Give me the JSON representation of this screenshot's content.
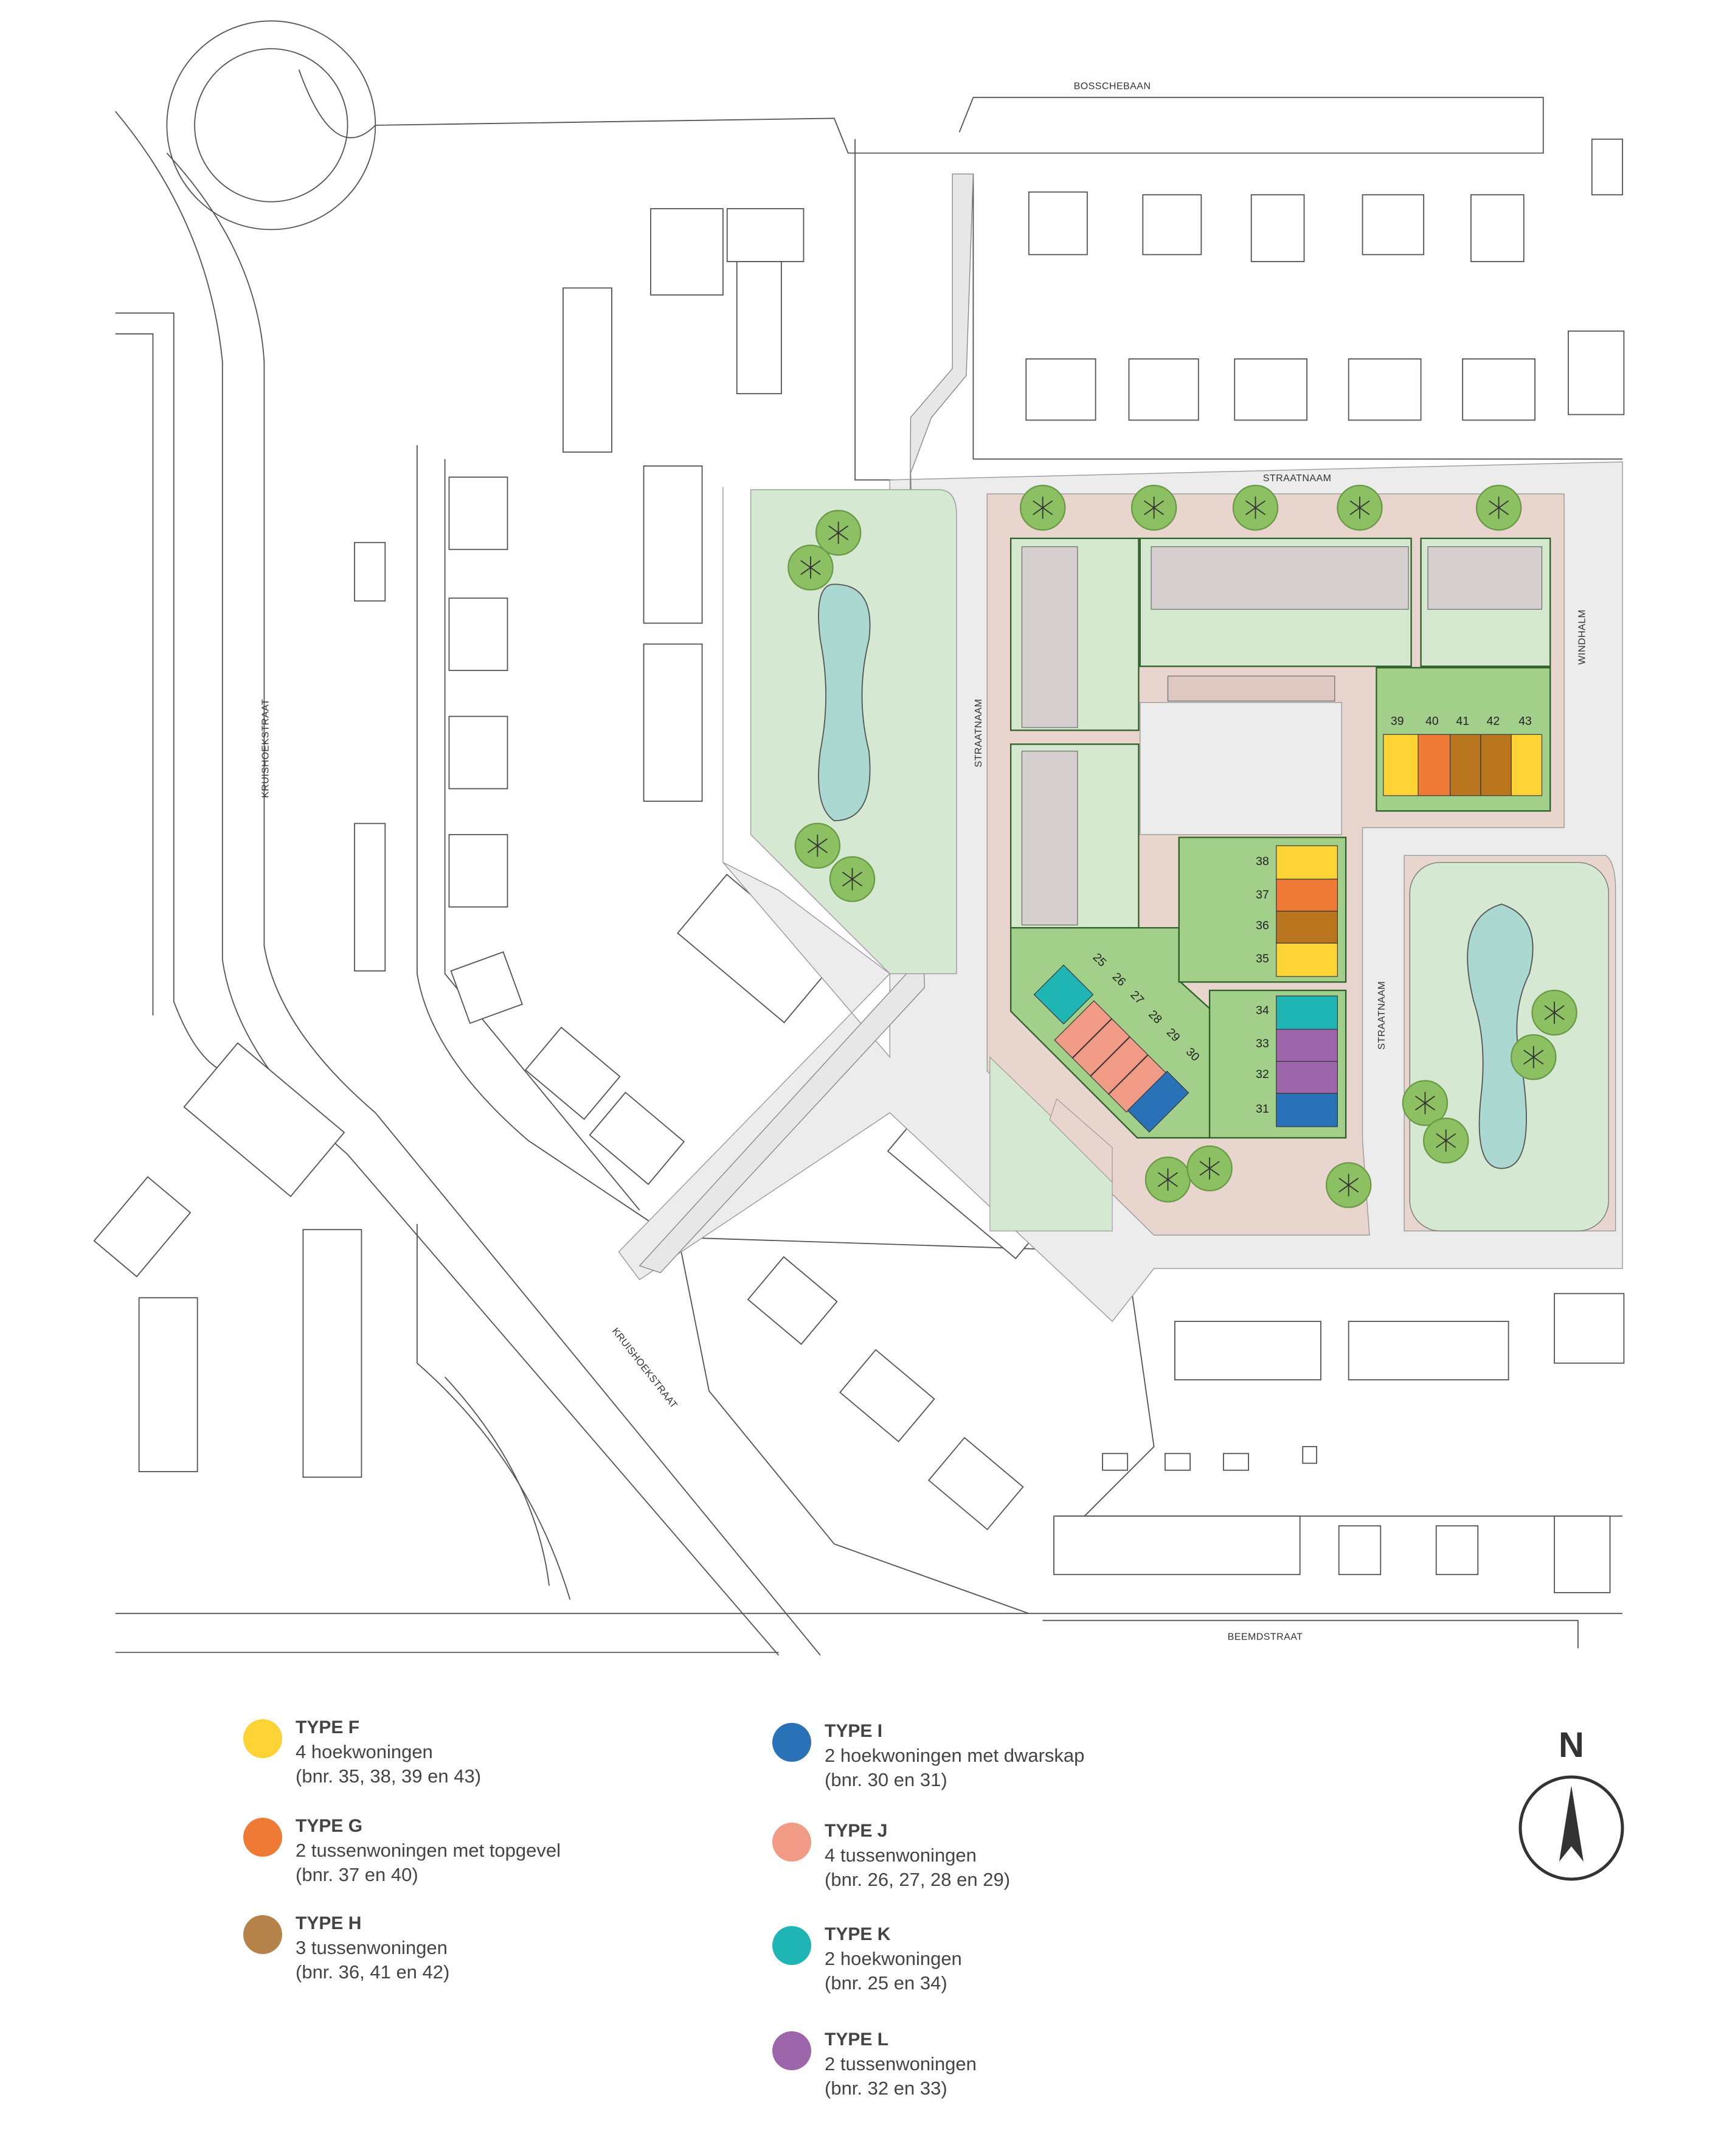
{
  "streets": {
    "bosschebaan": "BOSSCHEBAAN",
    "straatnaam_top": "STRAATNAAM",
    "windhalm": "WINDHALM",
    "straatnaam_west": "STRAATNAAM",
    "straatnaam_east": "STRAATNAAM",
    "kruishoekstraat_north": "KRUISHOEKSTRAAT",
    "kruishoekstraat_south": "KRUISHOEKSTRAAT",
    "beemdstraat": "BEEMDSTRAAT"
  },
  "plots": [
    {
      "nr": "25",
      "type": "K"
    },
    {
      "nr": "26",
      "type": "J"
    },
    {
      "nr": "27",
      "type": "J"
    },
    {
      "nr": "28",
      "type": "J"
    },
    {
      "nr": "29",
      "type": "J"
    },
    {
      "nr": "30",
      "type": "I"
    },
    {
      "nr": "31",
      "type": "I"
    },
    {
      "nr": "32",
      "type": "L"
    },
    {
      "nr": "33",
      "type": "L"
    },
    {
      "nr": "34",
      "type": "K"
    },
    {
      "nr": "35",
      "type": "F"
    },
    {
      "nr": "36",
      "type": "H"
    },
    {
      "nr": "37",
      "type": "G"
    },
    {
      "nr": "38",
      "type": "F"
    },
    {
      "nr": "39",
      "type": "F"
    },
    {
      "nr": "40",
      "type": "G"
    },
    {
      "nr": "41",
      "type": "H"
    },
    {
      "nr": "42",
      "type": "H"
    },
    {
      "nr": "43",
      "type": "F"
    }
  ],
  "legend": [
    {
      "type": "F",
      "title": "TYPE F",
      "desc": "4 hoekwoningen",
      "bnr": "(bnr. 35, 38, 39 en 43)",
      "color": "#fdd335"
    },
    {
      "type": "G",
      "title": "TYPE G",
      "desc": "2 tussenwoningen met topgevel",
      "bnr": "(bnr. 37 en 40)",
      "color": "#ee7a35"
    },
    {
      "type": "H",
      "title": "TYPE H",
      "desc": "3 tussenwoningen",
      "bnr": "(bnr. 36, 41 en 42)",
      "color": "#b6834a"
    },
    {
      "type": "I",
      "title": "TYPE I",
      "desc": "2 hoekwoningen met dwarskap",
      "bnr": "(bnr. 30 en 31)",
      "color": "#2a72b8"
    },
    {
      "type": "J",
      "title": "TYPE J",
      "desc": "4 tussenwoningen",
      "bnr": "(bnr. 26, 27, 28 en 29)",
      "color": "#f19a85"
    },
    {
      "type": "K",
      "title": "TYPE K",
      "desc": "2 hoekwoningen",
      "bnr": "(bnr. 25 en 34)",
      "color": "#20b5b5"
    },
    {
      "type": "L",
      "title": "TYPE L",
      "desc": "2 tussenwoningen",
      "bnr": "(bnr. 32 en 33)",
      "color": "#9e66aa"
    }
  ],
  "house_colors": {
    "F": "#fdd335",
    "G": "#ee7a35",
    "H": "#b9761e",
    "I": "#2a72b8",
    "J": "#f19a85",
    "K": "#20b5b5",
    "L": "#9e66aa"
  },
  "north": "N"
}
